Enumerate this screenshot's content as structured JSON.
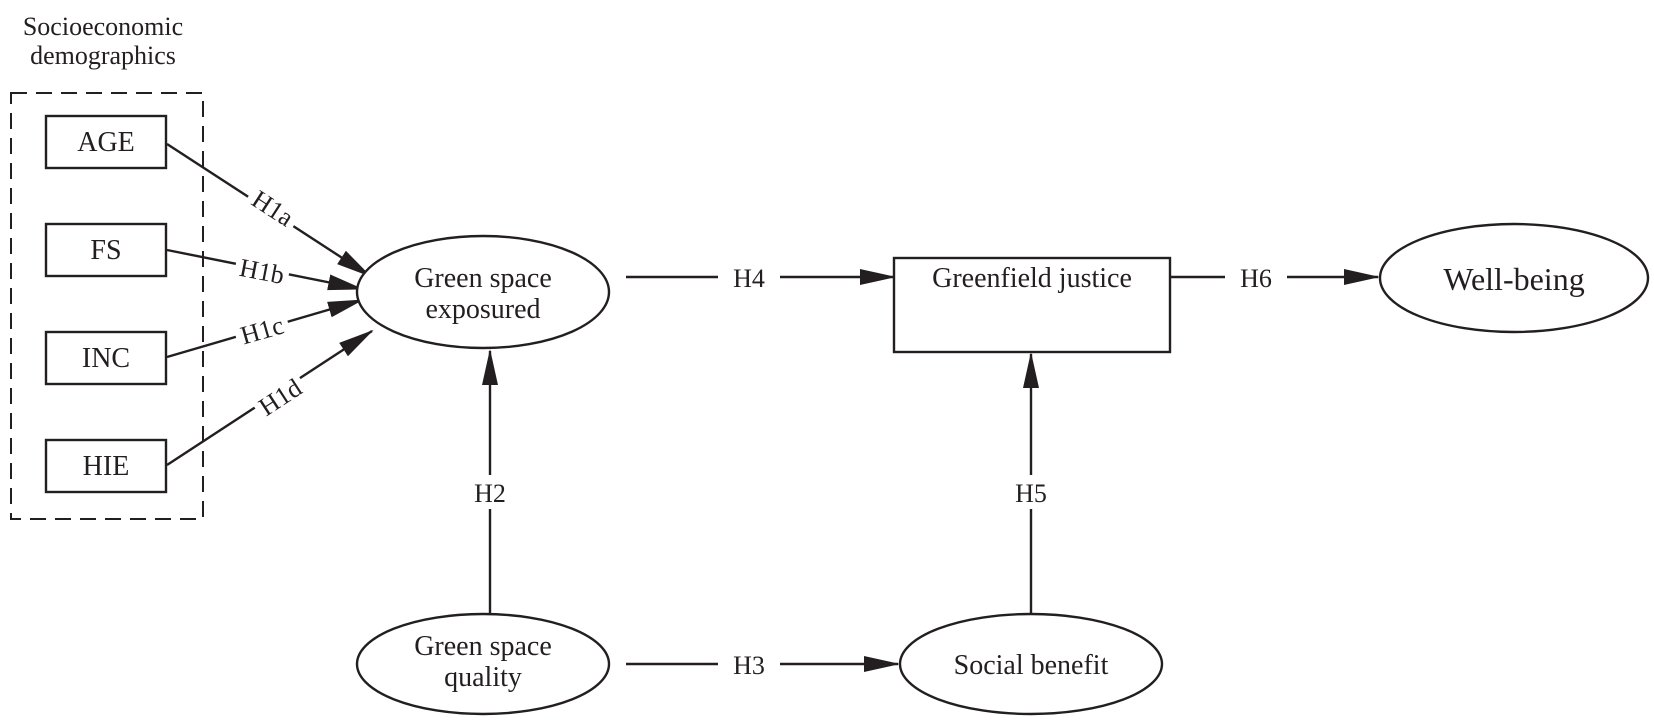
{
  "group": {
    "title_line1": "Socioeconomic",
    "title_line2": "demographics"
  },
  "nodes": {
    "age": "AGE",
    "fs": "FS",
    "inc": "INC",
    "hie": "HIE",
    "exposure_line1": "Green space",
    "exposure_line2": "exposured",
    "quality_line1": "Green space",
    "quality_line2": "quality",
    "justice": "Greenfield justice",
    "social": "Social benefit",
    "wellbeing": "Well-being"
  },
  "edges": {
    "h1a": "H1a",
    "h1b": "H1b",
    "h1c": "H1c",
    "h1d": "H1d",
    "h2": "H2",
    "h3": "H3",
    "h4": "H4",
    "h5": "H5",
    "h6": "H6"
  },
  "colors": {
    "ink": "#231f20",
    "background": "#ffffff"
  }
}
